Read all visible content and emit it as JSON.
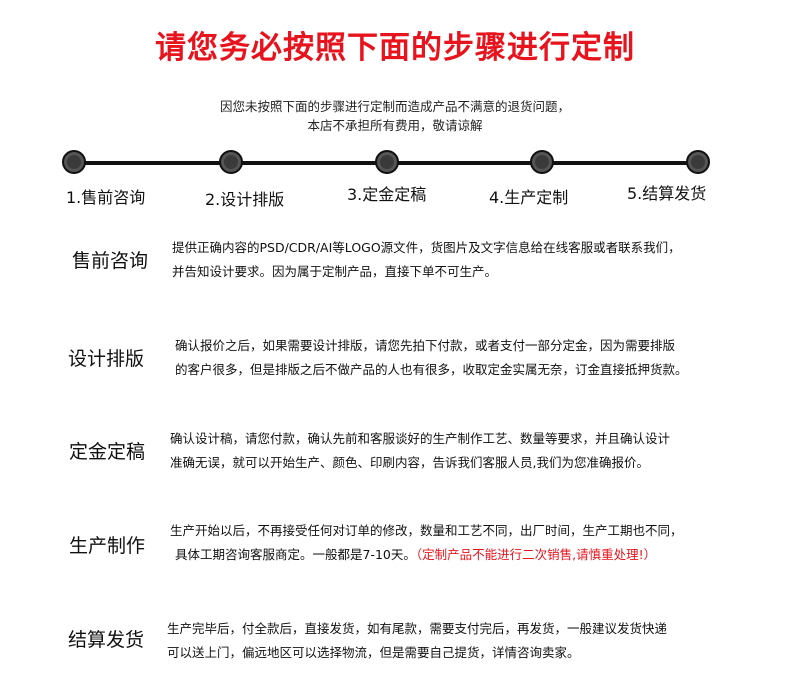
{
  "header": {
    "title": "请您务必按照下面的步骤进行定制",
    "notice_line1": "因您未按照下面的步骤进行定制而造成产品不满意的退货问题，",
    "notice_line2": "本店不承担所有费用，敬请谅解"
  },
  "steps": [
    {
      "label": "1.售前咨询"
    },
    {
      "label": "2.设计排版"
    },
    {
      "label": "3.定金定稿"
    },
    {
      "label": "4.生产定制"
    },
    {
      "label": "5.结算发货"
    }
  ],
  "sections": [
    {
      "title": "售前咨询",
      "line1": "提供正确内容的PSD/CDR/AI等LOGO源文件，货图片及文字信息给在线客服或者联系我们，",
      "line2": "并告知设计要求。因为属于定制产品，直接下单不可生产。"
    },
    {
      "title": "设计排版",
      "line1": "确认报价之后，如果需要设计排版，请您先拍下付款，或者支付一部分定金，因为需要排版",
      "line2": "的客户很多，但是排版之后不做产品的人也有很多，收取定金实属无奈，订金直接抵押货款。"
    },
    {
      "title": "定金定稿",
      "line1": "确认设计稿，请您付款，确认先前和客服谈好的生产制作工艺、数量等要求，并且确认设计",
      "line2": "准确无误，就可以开始生产、颜色、印刷内容，告诉我们客服人员,我们为您准确报价。"
    },
    {
      "title": "生产制作",
      "line1": "生产开始以后，不再接受任何对订单的修改，数量和工艺不同，出厂时间，生产工期也不同，",
      "line2": "具体工期咨询客服商定。一般都是7-10天。",
      "warning": "（定制产品不能进行二次销售,请慎重处理!）"
    },
    {
      "title": "结算发货",
      "line1": "生产完毕后，付全款后，直接发货，如有尾款，需要支付完后，再发货，一般建议发货快递",
      "line2": "可以送上门，偏远地区可以选择物流，但是需要自己提货，详情咨询卖家。"
    }
  ]
}
